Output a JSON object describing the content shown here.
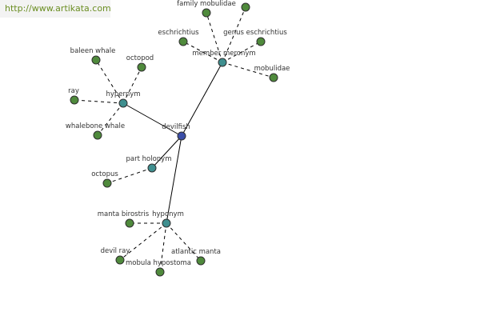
{
  "watermark": "http://www.artikata.com",
  "colors": {
    "center": "#3b4ea8",
    "relation": "#3f8f8f",
    "leaf": "#4f8a3c"
  },
  "nodes": [
    {
      "id": "devilfish",
      "label": "devilfish",
      "kind": "center"
    },
    {
      "id": "hypernym",
      "label": "hypernym",
      "kind": "relation"
    },
    {
      "id": "member_meronym",
      "label": "member meronym",
      "kind": "relation"
    },
    {
      "id": "part_holonym",
      "label": "part holonym",
      "kind": "relation"
    },
    {
      "id": "hyponym",
      "label": "hyponym",
      "kind": "relation"
    },
    {
      "id": "baleen_whale",
      "label": "baleen whale",
      "kind": "leaf"
    },
    {
      "id": "octopod",
      "label": "octopod",
      "kind": "leaf"
    },
    {
      "id": "ray",
      "label": "ray",
      "kind": "leaf"
    },
    {
      "id": "whalebone_whale",
      "label": "whalebone whale",
      "kind": "leaf"
    },
    {
      "id": "family_mobulidae",
      "label": "family mobulidae",
      "kind": "leaf"
    },
    {
      "id": "family_octopodidae",
      "label": "",
      "kind": "leaf"
    },
    {
      "id": "eschrichtius",
      "label": "eschrichtius",
      "kind": "leaf"
    },
    {
      "id": "genus_eschrichtius",
      "label": "genus eschrichtius",
      "kind": "leaf"
    },
    {
      "id": "mobulidae",
      "label": "mobulidae",
      "kind": "leaf"
    },
    {
      "id": "octopus",
      "label": "octopus",
      "kind": "leaf"
    },
    {
      "id": "manta_birostris",
      "label": "manta birostris",
      "kind": "leaf"
    },
    {
      "id": "devil_ray",
      "label": "devil ray",
      "kind": "leaf"
    },
    {
      "id": "mobula_hypostoma",
      "label": "mobula hypostoma",
      "kind": "leaf"
    },
    {
      "id": "atlantic_manta",
      "label": "atlantic manta",
      "kind": "leaf"
    }
  ],
  "edges": [
    {
      "from": "devilfish",
      "to": "hypernym",
      "style": "solid"
    },
    {
      "from": "devilfish",
      "to": "member_meronym",
      "style": "solid"
    },
    {
      "from": "devilfish",
      "to": "part_holonym",
      "style": "solid"
    },
    {
      "from": "devilfish",
      "to": "hyponym",
      "style": "solid"
    },
    {
      "from": "hypernym",
      "to": "baleen_whale",
      "style": "dashed"
    },
    {
      "from": "hypernym",
      "to": "octopod",
      "style": "dashed"
    },
    {
      "from": "hypernym",
      "to": "ray",
      "style": "dashed"
    },
    {
      "from": "hypernym",
      "to": "whalebone_whale",
      "style": "dashed"
    },
    {
      "from": "member_meronym",
      "to": "family_mobulidae",
      "style": "dashed"
    },
    {
      "from": "member_meronym",
      "to": "family_octopodidae",
      "style": "dashed"
    },
    {
      "from": "member_meronym",
      "to": "eschrichtius",
      "style": "dashed"
    },
    {
      "from": "member_meronym",
      "to": "genus_eschrichtius",
      "style": "dashed"
    },
    {
      "from": "member_meronym",
      "to": "mobulidae",
      "style": "dashed"
    },
    {
      "from": "part_holonym",
      "to": "octopus",
      "style": "dashed"
    },
    {
      "from": "hyponym",
      "to": "manta_birostris",
      "style": "dashed"
    },
    {
      "from": "hyponym",
      "to": "devil_ray",
      "style": "dashed"
    },
    {
      "from": "hyponym",
      "to": "mobula_hypostoma",
      "style": "dashed"
    },
    {
      "from": "hyponym",
      "to": "atlantic_manta",
      "style": "dashed"
    }
  ]
}
